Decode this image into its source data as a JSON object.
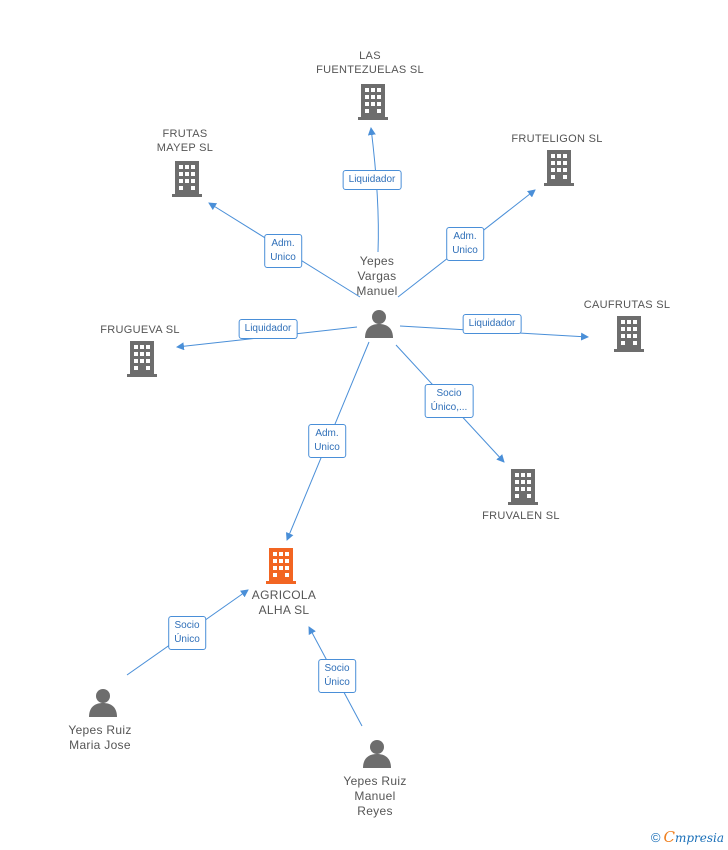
{
  "colors": {
    "edge": "#4a8fd8",
    "company": "#6d6d6d",
    "focus_company": "#f26522",
    "person": "#6d6d6d"
  },
  "nodes": {
    "las_fuentezuelas": {
      "lines": [
        "LAS",
        "FUENTEZUELAS SL"
      ],
      "icon": "building-icon"
    },
    "frutas_mayep": {
      "lines": [
        "FRUTAS",
        "MAYEP SL"
      ],
      "icon": "building-icon"
    },
    "fruteligon": {
      "lines": [
        "FRUTELIGON SL"
      ],
      "icon": "building-icon"
    },
    "caufrutas": {
      "lines": [
        "CAUFRUTAS SL"
      ],
      "icon": "building-icon"
    },
    "frugueva": {
      "lines": [
        "FRUGUEVA SL"
      ],
      "icon": "building-icon"
    },
    "fruvalen": {
      "lines": [
        "FRUVALEN SL"
      ],
      "icon": "building-icon"
    },
    "agricola_alha": {
      "lines": [
        "AGRICOLA",
        "ALHA SL"
      ],
      "icon": "building-icon"
    },
    "yepes_vargas": {
      "lines": [
        "Yepes",
        "Vargas",
        "Manuel"
      ],
      "icon": "person-icon"
    },
    "yepes_maria": {
      "lines": [
        "Yepes Ruiz",
        "Maria Jose"
      ],
      "icon": "person-icon"
    },
    "yepes_manuel_reyes": {
      "lines": [
        "Yepes Ruiz",
        "Manuel",
        "Reyes"
      ],
      "icon": "person-icon"
    }
  },
  "edges": [
    {
      "lines": [
        "Liquidador"
      ]
    },
    {
      "lines": [
        "Adm.",
        "Unico"
      ]
    },
    {
      "lines": [
        "Adm.",
        "Unico"
      ]
    },
    {
      "lines": [
        "Liquidador"
      ]
    },
    {
      "lines": [
        "Liquidador"
      ]
    },
    {
      "lines": [
        "Socio",
        "Único,..."
      ]
    },
    {
      "lines": [
        "Adm.",
        "Unico"
      ]
    },
    {
      "lines": [
        "Socio",
        "Único"
      ]
    },
    {
      "lines": [
        "Socio",
        "Único"
      ]
    }
  ],
  "footer": {
    "copyright": "©",
    "brand_initial": "C",
    "brand_rest": "mpresia"
  }
}
